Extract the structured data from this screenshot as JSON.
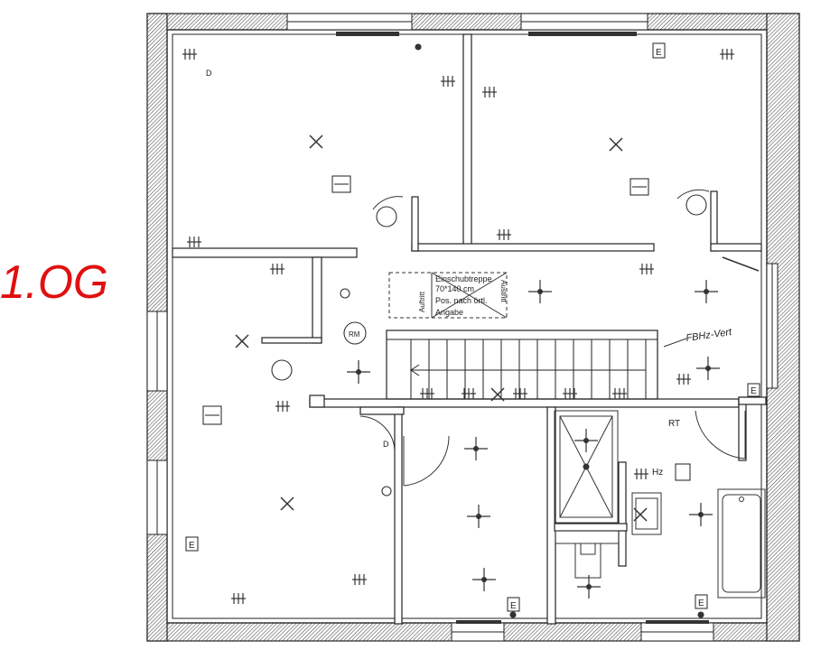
{
  "annotation": {
    "text": "1.OG",
    "color": "#e01010"
  },
  "labels": {
    "attic_hatch_line1": "Einschubtreppe",
    "attic_hatch_line2": "70*140 cm",
    "attic_hatch_line3": "Pos. nach örtl.",
    "attic_hatch_line4": "Angabe",
    "auftritt": "Auftritt",
    "austritt": "Austritt",
    "heater_note": "FBHz-Vert",
    "rt": "RT",
    "hz": "Hz",
    "d1": "D",
    "d2": "D",
    "e_marker": "E",
    "smoke_detector": "RM"
  },
  "colors": {
    "wall_fill": "#ffffff",
    "hatch": "#333333",
    "ink": "#222222"
  }
}
